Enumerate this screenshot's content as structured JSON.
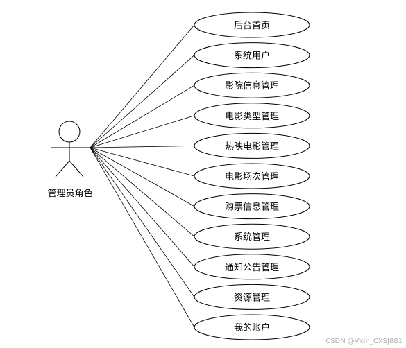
{
  "actor": {
    "label": "管理员角色"
  },
  "use_cases": [
    {
      "label": "后台首页"
    },
    {
      "label": "系统用户"
    },
    {
      "label": "影院信息管理"
    },
    {
      "label": "电影类型管理"
    },
    {
      "label": "热映电影管理"
    },
    {
      "label": "电影场次管理"
    },
    {
      "label": "购票信息管理"
    },
    {
      "label": "系统管理"
    },
    {
      "label": "通知公告管理"
    },
    {
      "label": "资源管理"
    },
    {
      "label": "我的账户"
    }
  ],
  "watermark": "CSDN @Vxin_CXSJ881"
}
